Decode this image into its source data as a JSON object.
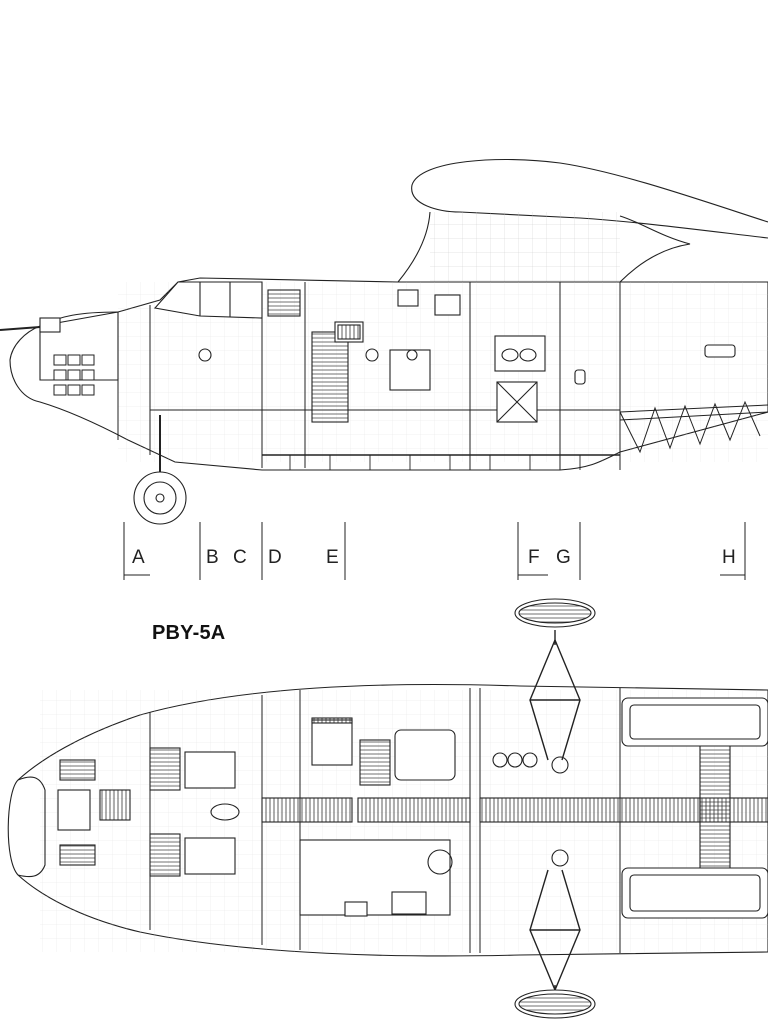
{
  "drawing": {
    "title": "PBY-5A",
    "stations": [
      "A",
      "B",
      "C",
      "D",
      "E",
      "F",
      "G",
      "H"
    ]
  }
}
